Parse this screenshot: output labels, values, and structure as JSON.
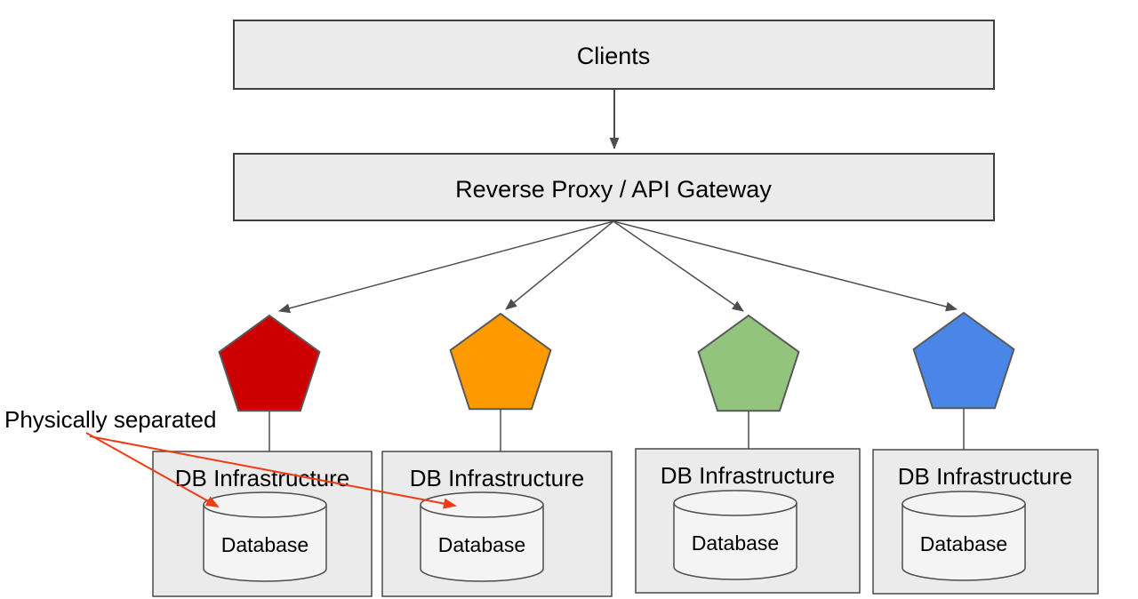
{
  "diagram": {
    "clients": {
      "label": "Clients"
    },
    "gateway": {
      "label": "Reverse Proxy / API Gateway"
    },
    "annotation": {
      "label": "Physically separated",
      "arrow_color": "#f03b17"
    },
    "services": [
      {
        "name": "service-red",
        "color": "#cc0000"
      },
      {
        "name": "service-orange",
        "color": "#ff9900"
      },
      {
        "name": "service-green",
        "color": "#93c47d"
      },
      {
        "name": "service-blue",
        "color": "#4a86e8"
      }
    ],
    "db_boxes": [
      {
        "title": "DB Infrastructure",
        "database_label": "Database"
      },
      {
        "title": "DB Infrastructure",
        "database_label": "Database"
      },
      {
        "title": "DB Infrastructure",
        "database_label": "Database"
      },
      {
        "title": "DB Infrastructure",
        "database_label": "Database"
      }
    ],
    "colors": {
      "box_fill": "#ebebeb",
      "box_border": "#3f3f3f",
      "cylinder_fill": "#f4f4f4",
      "connector": "#4d4d4d",
      "text": "#000000"
    }
  }
}
